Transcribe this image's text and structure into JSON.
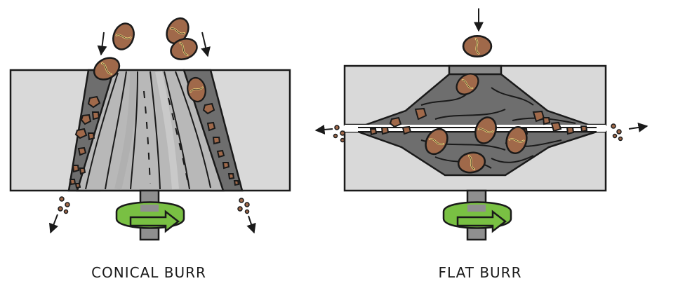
{
  "diagram": {
    "panels": [
      {
        "id": "conical",
        "label": "CONICAL BURR"
      },
      {
        "id": "flat",
        "label": "FLAT BURR"
      }
    ],
    "colors": {
      "housing": "#d9d9d9",
      "burr_dark": "#6e6e6e",
      "burr_light": "#b0b0b0",
      "bean": "#a0694a",
      "bean_crease": "#f3d57c",
      "rotation_arrow": "#79c043",
      "outline": "#1a1a1a"
    },
    "icons": {
      "bean": "coffee-bean-icon",
      "grounds": "coffee-grounds-icon",
      "rotation": "rotation-arrow-icon",
      "flow": "flow-arrow-icon"
    }
  }
}
